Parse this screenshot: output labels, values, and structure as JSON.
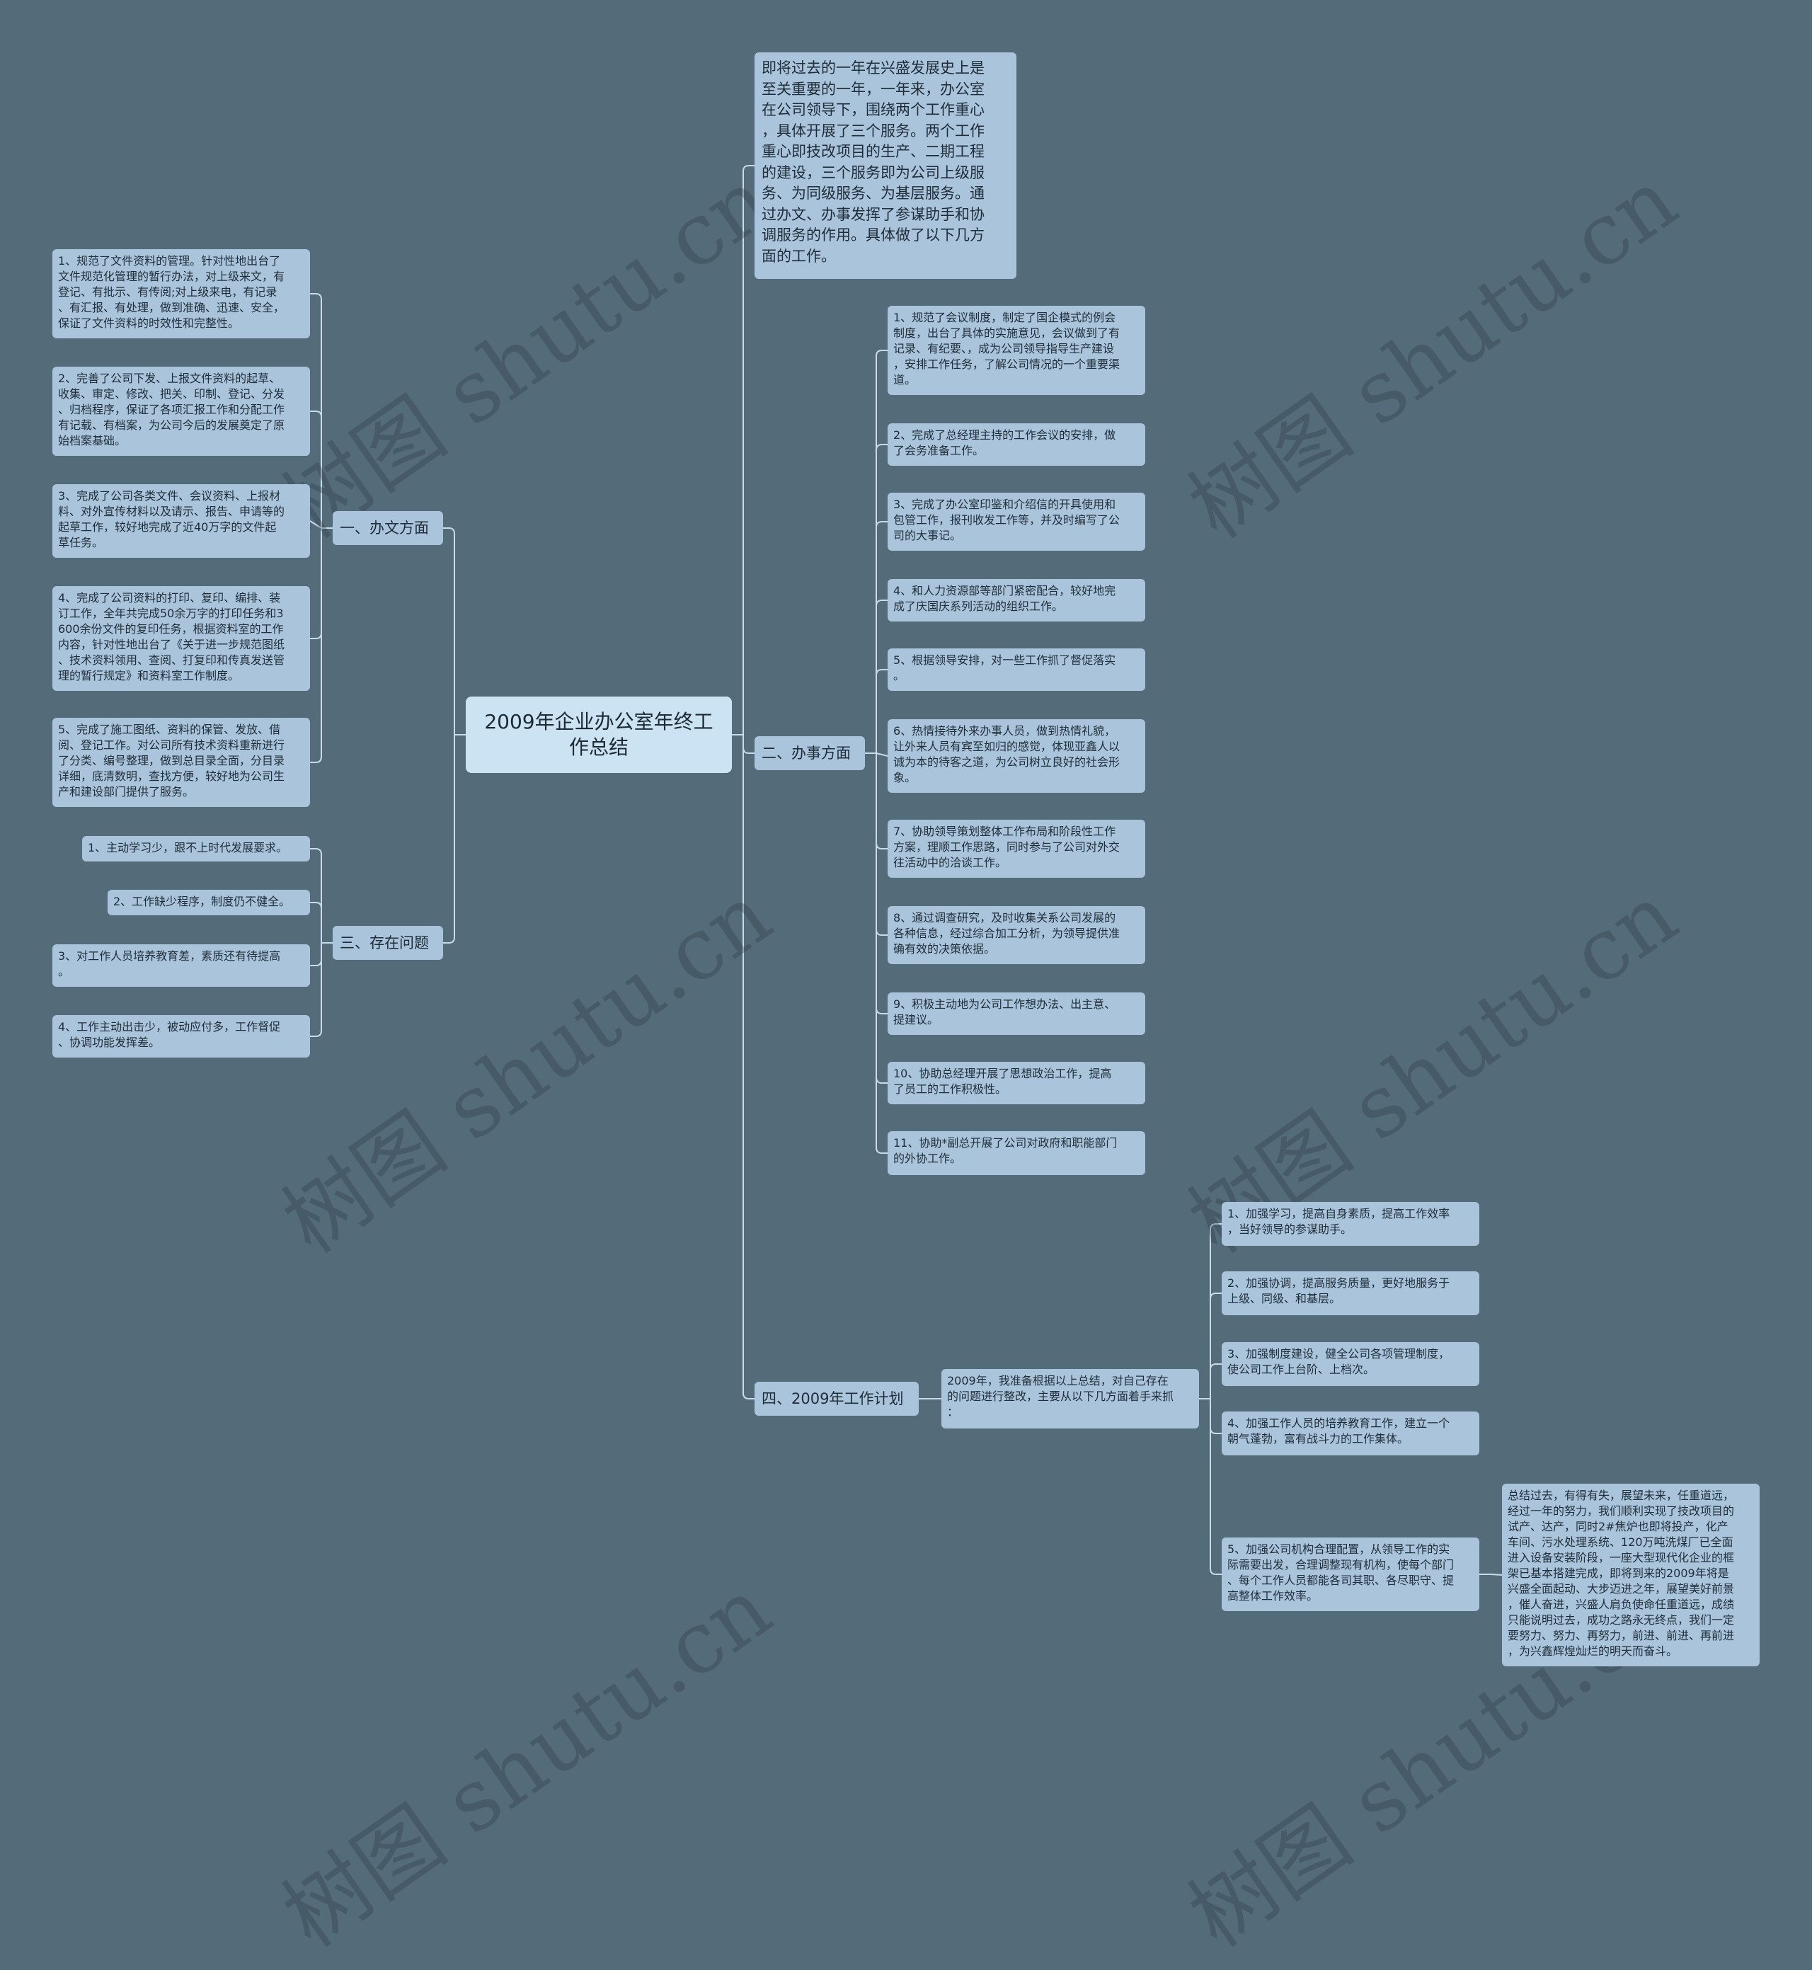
{
  "watermark": "树图 shutu.cn",
  "root": {
    "title": "2009年企业办公室年终工\n作总结"
  },
  "intro": "即将过去的一年在兴盛发展史上是\n至关重要的一年，一年来，办公室\n在公司领导下，围绕两个工作重心\n，具体开展了三个服务。两个工作\n重心即技改项目的生产、二期工程\n的建设，三个服务即为公司上级服\n务、为同级服务、为基层服务。通\n过办文、办事发挥了参谋助手和协\n调服务的作用。具体做了以下几方\n面的工作。",
  "branches": {
    "b1": {
      "label": "一、办文方面",
      "items": [
        "1、规范了文件资料的管理。针对性地出台了\n文件规范化管理的暂行办法，对上级来文，有\n登记、有批示、有传阅;对上级来电，有记录\n、有汇报、有处理，做到准确、迅速、安全，\n保证了文件资料的时效性和完整性。",
        "2、完善了公司下发、上报文件资料的起草、\n收集、审定、修改、把关、印制、登记、分发\n、归档程序，保证了各项汇报工作和分配工作\n有记载、有档案，为公司今后的发展奠定了原\n始档案基础。",
        "3、完成了公司各类文件、会议资料、上报材\n料、对外宣传材料以及请示、报告、申请等的\n起草工作，较好地完成了近40万字的文件起\n草任务。",
        "4、完成了公司资料的打印、复印、编排、装\n订工作，全年共完成50余万字的打印任务和3\n600余份文件的复印任务，根据资料室的工作\n内容，针对性地出台了《关于进一步规范图纸\n、技术资料领用、查阅、打复印和传真发送管\n理的暂行规定》和资料室工作制度。",
        "5、完成了施工图纸、资料的保管、发放、借\n阅、登记工作。对公司所有技术资料重新进行\n了分类、编号整理，做到总目录全面，分目录\n详细，底清数明，查找方便，较好地为公司生\n产和建设部门提供了服务。"
      ]
    },
    "b2": {
      "label": "二、办事方面",
      "items": [
        "1、规范了会议制度，制定了国企模式的例会\n制度，出台了具体的实施意见，会议做到了有\n记录、有纪要、，成为公司领导指导生产建设\n，安排工作任务，了解公司情况的一个重要渠\n道。",
        "2、完成了总经理主持的工作会议的安排，做\n了会务准备工作。",
        "3、完成了办公室印鉴和介绍信的开具使用和\n包管工作，报刊收发工作等，并及时编写了公\n司的大事记。",
        "4、和人力资源部等部门紧密配合，较好地完\n成了庆国庆系列活动的组织工作。",
        "5、根据领导安排，对一些工作抓了督促落实\n。",
        "6、热情接待外来办事人员，做到热情礼貌，\n让外来人员有宾至如归的感觉，体现亚鑫人以\n诚为本的待客之道，为公司树立良好的社会形\n象。",
        "7、协助领导策划整体工作布局和阶段性工作\n方案，理顺工作思路，同时参与了公司对外交\n往活动中的洽谈工作。",
        "8、通过调查研究，及时收集关系公司发展的\n各种信息，经过综合加工分析，为领导提供准\n确有效的决策依据。",
        "9、积极主动地为公司工作想办法、出主意、\n提建议。",
        "10、协助总经理开展了思想政治工作，提高\n了员工的工作积极性。",
        "11、协助*副总开展了公司对政府和职能部门\n的外协工作。"
      ]
    },
    "b3": {
      "label": "三、存在问题",
      "items": [
        "1、主动学习少，跟不上时代发展要求。",
        "2、工作缺少程序，制度仍不健全。",
        "3、对工作人员培养教育差，素质还有待提高\n。",
        "4、工作主动出击少，被动应付多，工作督促\n、协调功能发挥差。"
      ]
    },
    "b4": {
      "label": "四、2009年工作计划",
      "sub": "2009年，我准备根据以上总结，对自己存在\n的问题进行整改，主要从以下几方面着手来抓\n：",
      "items": [
        "1、加强学习，提高自身素质，提高工作效率\n，当好领导的参谋助手。",
        "2、加强协调，提高服务质量，更好地服务于\n上级、同级、和基层。",
        "3、加强制度建设，健全公司各项管理制度，\n使公司工作上台阶、上档次。",
        "4、加强工作人员的培养教育工作，建立一个\n朝气蓬勃，富有战斗力的工作集体。",
        "5、加强公司机构合理配置，从领导工作的实\n际需要出发，合理调整现有机构，使每个部门\n、每个工作人员都能各司其职、各尽职守、提\n高整体工作效率。"
      ],
      "conclusion": "总结过去，有得有失，展望未来，任重道远，\n经过一年的努力，我们顺利实现了技改项目的\n试产、达产，同时2#焦炉也即将投产，化产\n车间、污水处理系统、120万吨洗煤厂已全面\n进入设备安装阶段，一座大型现代化企业的框\n架已基本搭建完成，即将到来的2009年将是\n兴盛全面起动、大步迈进之年，展望美好前景\n，催人奋进，兴盛人肩负使命任重道远，成绩\n只能说明过去，成功之路永无终点，我们一定\n要努力、努力、再努力，前进、前进、再前进\n，为兴鑫辉煌灿烂的明天而奋斗。"
    }
  },
  "colors": {
    "background": "#546b7a",
    "node": "#a9c4db",
    "root": "#cbe3f2",
    "line": "#c9dbe8",
    "text": "#1f2d38"
  }
}
